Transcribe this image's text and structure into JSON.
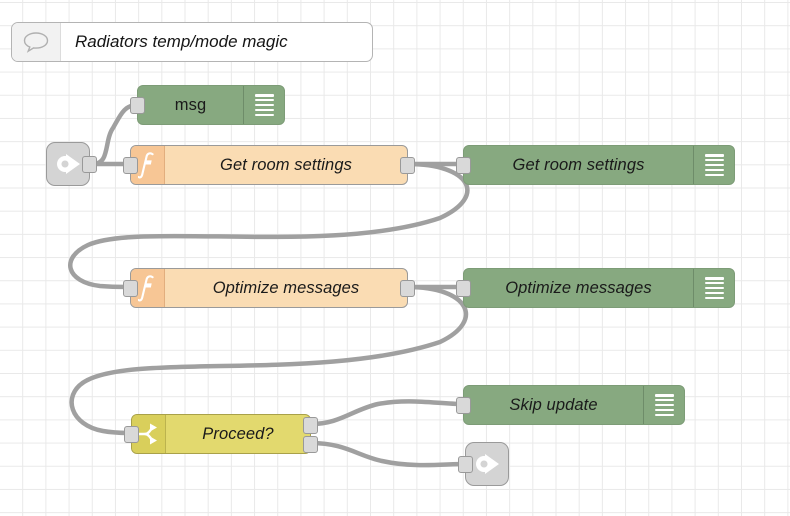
{
  "editor": {
    "name": "node-red-flow-canvas",
    "background_color": "#ffffff",
    "grid_color": "#e9e9e9",
    "wire_color": "#a0a0a0"
  },
  "comment": {
    "icon": "comment-icon",
    "text": "Radiators temp/mode magic"
  },
  "nodes": [
    {
      "id": "link-in",
      "type": "link in",
      "icon": "link-in-arrow-icon",
      "label": "",
      "color": "#d4d4d4"
    },
    {
      "id": "debug-msg",
      "type": "debug",
      "label": "msg",
      "color": "#87a980",
      "active": false,
      "icon": "debug-lines-icon"
    },
    {
      "id": "fn-get-room-settings",
      "type": "function",
      "label": "Get room settings",
      "color": "#fadcb3",
      "icon": "function-f-icon"
    },
    {
      "id": "debug-get-room-settings",
      "type": "debug",
      "label": "Get room settings",
      "color": "#87a980",
      "active": true,
      "icon": "debug-lines-icon"
    },
    {
      "id": "fn-optimize-messages",
      "type": "function",
      "label": "Optimize messages",
      "color": "#fadcb3",
      "icon": "function-f-icon"
    },
    {
      "id": "debug-optimize-messages",
      "type": "debug",
      "label": "Optimize messages",
      "color": "#87a980",
      "active": true,
      "icon": "debug-lines-icon"
    },
    {
      "id": "switch-proceed",
      "type": "switch",
      "label": "Proceed?",
      "color": "#e2d96e",
      "icon": "switch-branch-icon"
    },
    {
      "id": "debug-skip-update",
      "type": "debug",
      "label": "Skip update",
      "color": "#87a980",
      "active": true,
      "icon": "debug-lines-icon"
    },
    {
      "id": "link-out",
      "type": "link out",
      "icon": "link-out-arrow-icon",
      "label": "",
      "color": "#d4d4d4"
    }
  ],
  "labels": {
    "comment_text": "Radiators temp/mode magic",
    "debug_msg": "msg",
    "fn_get_room_settings": "Get room settings",
    "debug_get_room_settings": "Get room settings",
    "fn_optimize_messages": "Optimize messages",
    "debug_optimize_messages": "Optimize messages",
    "switch_proceed": "Proceed?",
    "debug_skip_update": "Skip update"
  }
}
